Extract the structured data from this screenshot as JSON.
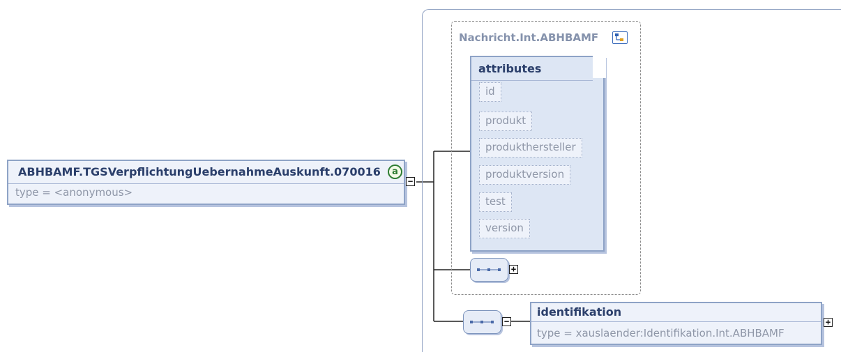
{
  "root_element": {
    "name": "ABHBAMF.TGSVerpflichtungUebernahmeAuskunft.070016",
    "type_line": "type = <anonymous>",
    "attribute_badge": "a",
    "collapse_toggle": "−"
  },
  "attribute_group": {
    "name": "Nachricht.Int.ABHBAMF",
    "icon": "type-structure-icon",
    "attributes_title": "attributes",
    "attributes": [
      "id",
      "produkt",
      "produkthersteller",
      "produktversion",
      "test",
      "version"
    ],
    "sequence_toggle": "+"
  },
  "child_element": {
    "name": "identifikation",
    "type_line": "type = xauslaender:Identifikation.Int.ABHBAMF",
    "sequence_toggle": "−",
    "expand_toggle": "+"
  },
  "colors": {
    "box_fill": "#eef2fa",
    "box_border": "#8ea3c6",
    "title_text": "#2b3f6b",
    "muted_text": "#8f97a8",
    "attribute_badge": "#2e7d32"
  }
}
